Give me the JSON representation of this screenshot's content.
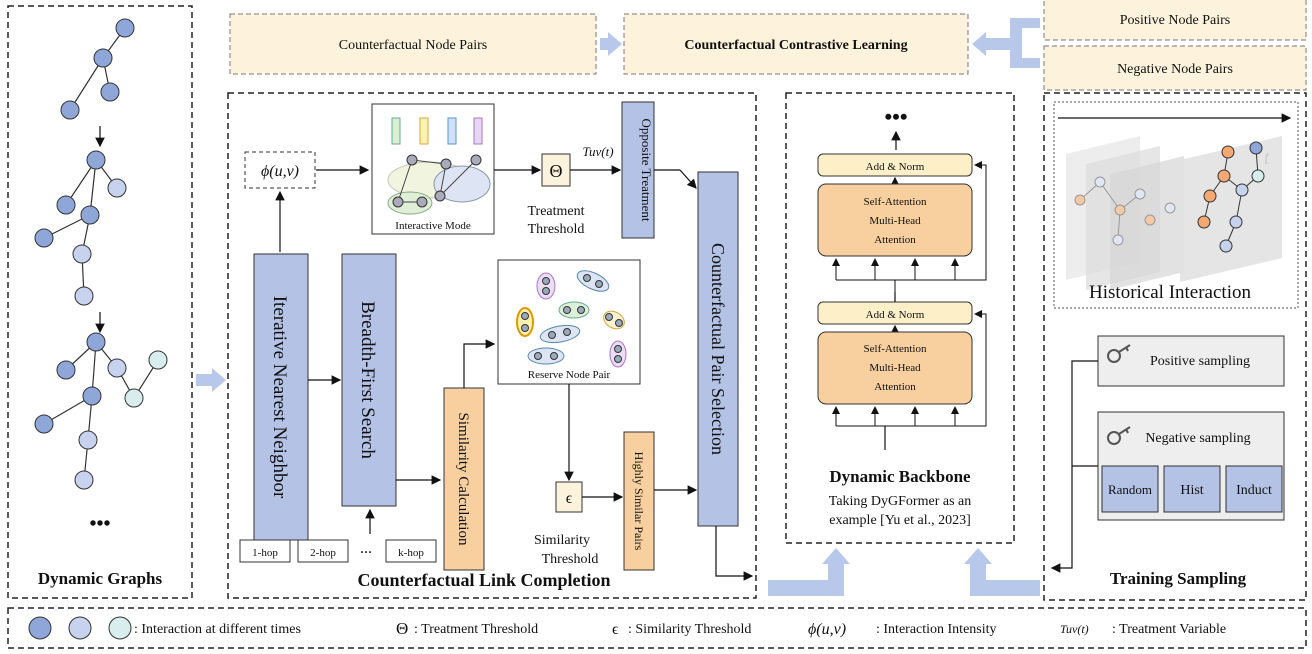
{
  "colors": {
    "node_dark": "#8fa6d8",
    "node_mid": "#c7d2ef",
    "node_light": "#d8eeee",
    "block_blue": "#b4c2e6",
    "block_orange": "#f8d0a0",
    "block_yellow": "#fdf0c8",
    "top_box_fill": "#fdf3dc",
    "arrow_blue": "#b8c8ea",
    "key_fill": "#eeeeee",
    "sample_fill": "#b4c2e6"
  },
  "panels": {
    "dynamic_graphs": "Dynamic Graphs",
    "link_completion": "Counterfactual Link Completion",
    "backbone": "Dynamic Backbone",
    "backbone_note_1": "Taking DyGFormer as an",
    "backbone_note_2": "example [Yu et al., 2023]",
    "training": "Training Sampling"
  },
  "top": {
    "cf_pairs": "Counterfactual Node Pairs",
    "ccl": "Counterfactual Contrastive Learning",
    "positive_pairs": "Positive Node Pairs",
    "negative_pairs": "Negative Node Pairs"
  },
  "link": {
    "phi": "ϕ(u,v)",
    "inn": "Iterative Nearest Neighbor",
    "bfs": "Breadth-First Search",
    "interactive_mode": "Interactive Mode",
    "theta": "Θ",
    "tuv": "Tuv(t)",
    "treatment_threshold_1": "Treatment",
    "treatment_threshold_2": "Threshold",
    "opposite_treatment": "Opposite Treatment",
    "reserve_pair": "Reserve Node Pair",
    "similarity_calc": "Similarity Calculation",
    "epsilon": "ϵ",
    "similarity_threshold_1": "Similarity",
    "similarity_threshold_2": "Threshold",
    "highly_similar": "Highly Similar Pairs",
    "pair_selection": "Counterfactual Pair Selection",
    "hops": [
      "1-hop",
      "2-hop",
      "k-hop"
    ],
    "hop_dots": "···"
  },
  "backbone": {
    "dots": "•••",
    "add_norm": "Add & Norm",
    "attn_1": "Self-Attention",
    "attn_2": "Multi-Head",
    "attn_3": "Attention"
  },
  "training": {
    "t_label": "t",
    "historical": "Historical Interaction",
    "positive": "Positive sampling",
    "negative": "Negative sampling",
    "random": "Random",
    "hist": "Hist",
    "induct": "Induct"
  },
  "graphs": {
    "dots": "•••"
  },
  "legend": {
    "interaction": ": Interaction at different times",
    "theta_sym": "Θ",
    "theta": ": Treatment Threshold",
    "eps_sym": "ϵ",
    "eps": ": Similarity Threshold",
    "phi_sym": "ϕ(u,v)",
    "phi": ": Interaction Intensity",
    "tuv_sym": "Tuv(t)",
    "tuv": ": Treatment Variable"
  }
}
